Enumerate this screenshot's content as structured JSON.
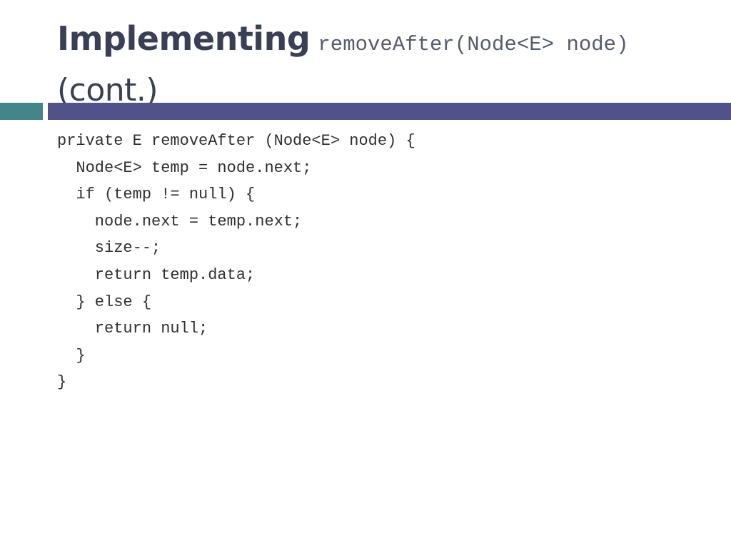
{
  "title": {
    "bold": "Implementing",
    "code": "removeAfter(Node<E> node)",
    "cont": "(cont.)"
  },
  "code_lines": [
    "private E removeAfter (Node<E> node) {",
    "  Node<E> temp = node.next;",
    "  if (temp != null) {",
    "    node.next = temp.next;",
    "    size--;",
    "    return temp.data;",
    "  } else {",
    "    return null;",
    "  }",
    "}"
  ],
  "colors": {
    "title": "#3a3f55",
    "bar_teal": "#43868a",
    "bar_purple": "#52528a"
  }
}
